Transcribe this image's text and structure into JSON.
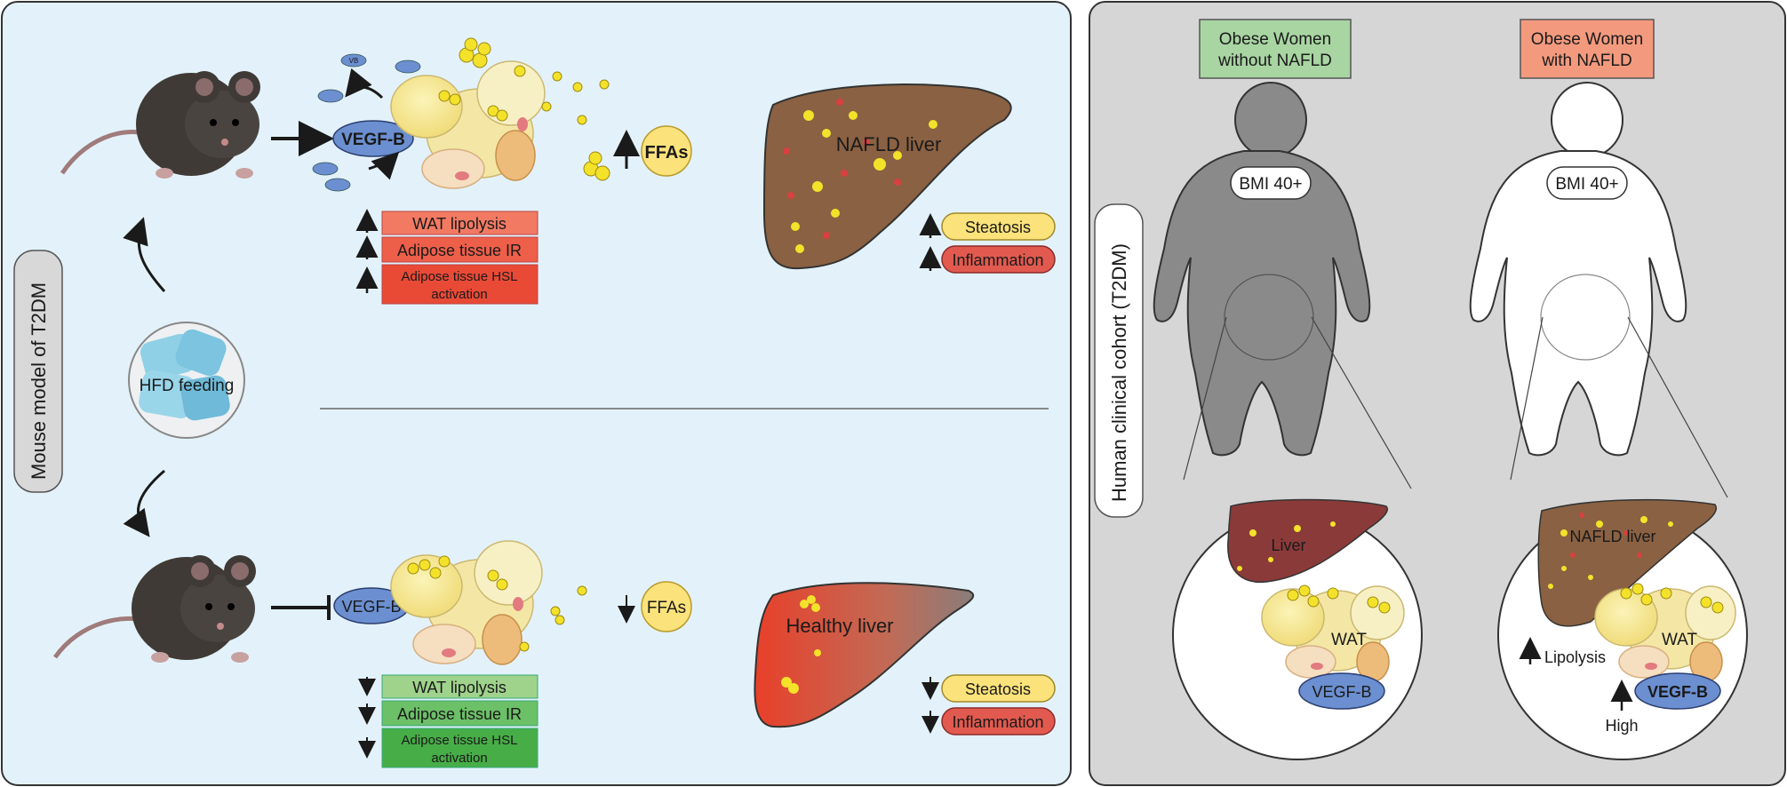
{
  "mouse_panel": {
    "side_label": "Mouse model of T2DM",
    "hfd_label": "HFD feeding",
    "top": {
      "vegfb_label": "VEGF-B",
      "vb_label": "VB",
      "ffa_label": "FFAs",
      "wat_boxes": [
        "WAT lipolysis",
        "Adipose tissue IR",
        "Adipose tissue HSL",
        "activation"
      ],
      "liver_label": "NAFLD liver",
      "outcomes": [
        "Steatosis",
        "Inflammation"
      ]
    },
    "bottom": {
      "vegfb_label": "VEGF-B",
      "ffa_label": "FFAs",
      "wat_boxes": [
        "WAT lipolysis",
        "Adipose tissue IR",
        "Adipose tissue HSL",
        "activation"
      ],
      "liver_label": "Healthy liver",
      "outcomes": [
        "Steatosis",
        "Inflammation"
      ]
    }
  },
  "human_panel": {
    "side_label": "Human clinical cohort (T2DM)",
    "left": {
      "title_line1": "Obese Women",
      "title_line2": "without NAFLD",
      "bmi": "BMI 40+",
      "liver_label": "Liver",
      "wat_label": "WAT",
      "vegfb_label": "VEGF-B"
    },
    "right": {
      "title_line1": "Obese Women",
      "title_line2": "with NAFLD",
      "bmi": "BMI 40+",
      "liver_label": "NAFLD liver",
      "wat_label": "WAT",
      "vegfb_label": "VEGF-B",
      "lipolysis_label": "Lipolysis",
      "high_label": "High"
    }
  },
  "colors": {
    "mouse_panel_bg": "#e3f2fa",
    "human_panel_bg": "#d6d6d6",
    "vegfb_blue": "#6b8fd0",
    "box_red": "#e8503a",
    "box_green": "#5cb85c",
    "steatosis_yellow": "#fbe27a",
    "inflammation_red": "#e25a4f",
    "nafld_liver": "#8a6142",
    "fat_yellow": "#f2e36a",
    "title_green": "#a8d5a2",
    "title_salmon": "#f39a7e"
  }
}
